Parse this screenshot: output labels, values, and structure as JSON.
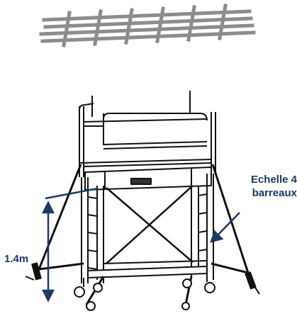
{
  "annotations": {
    "height_label": "1.4m",
    "ladder_label_line1": "Echelle 4",
    "ladder_label_line2": "barreaux"
  },
  "colors": {
    "annotation": "#1f3864",
    "structure": "#111111",
    "grid": "#8c8c8c"
  },
  "icons": {
    "top_grid": "platform-grid-icon",
    "scaffold": "mobile-scaffold-icon"
  }
}
